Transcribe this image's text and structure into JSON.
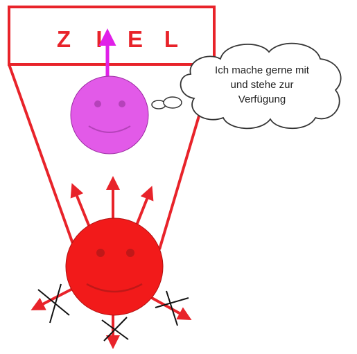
{
  "goal": {
    "letters": [
      "Z",
      "I",
      "E",
      "L"
    ]
  },
  "speech_bubble": {
    "lines": [
      "Ich mache gerne mit",
      "und stehe zur",
      "Verfügung"
    ]
  },
  "colors": {
    "frame": "#e8232a",
    "goal_text": "#e8232a",
    "arrow_red": "#e8232a",
    "arrow_magenta": "#e020e8",
    "helper_face": "#e25ae8",
    "group_face": "#f21a1a",
    "cloud_stroke": "#333333",
    "cross": "#111111"
  },
  "icons": {
    "helper": "smiley-face-icon",
    "group": "smiley-face-icon",
    "blocked": "x-cross-icon"
  }
}
